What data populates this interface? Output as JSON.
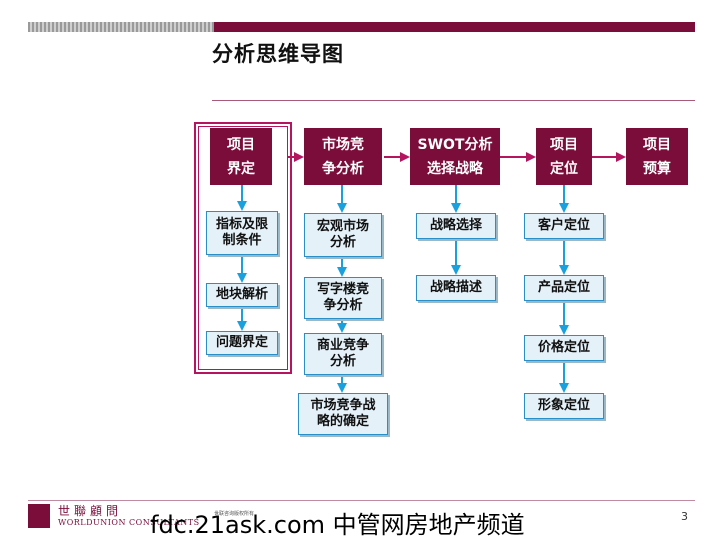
{
  "title": "分析思维导图",
  "phases": [
    {
      "label": "项目\n界定"
    },
    {
      "label": "市场竞\n争分析"
    },
    {
      "label": "SWOT分析\n选择战略"
    },
    {
      "label": "项目\n定位"
    },
    {
      "label": "项目\n预算"
    }
  ],
  "col1": [
    "指标及限\n制条件",
    "地块解析",
    "问题界定"
  ],
  "col2": [
    "宏观市场\n分析",
    "写字楼竞\n争分析",
    "商业竞争\n分析",
    "市场竞争战\n略的确定"
  ],
  "col3": [
    "战略选择",
    "战略描述"
  ],
  "col4": [
    "客户定位",
    "产品定位",
    "价格定位",
    "形象定位"
  ],
  "footer": {
    "logo_cn": "世聯顧問",
    "logo_en": "WORLDUNION CONSULTANTS",
    "small_text": "世联咨询版权所有",
    "watermark": "fdc.21ask.com 中管网房地产频道",
    "page": "3"
  },
  "colors": {
    "brand": "#7a0d3a",
    "highlight": "#b5145f",
    "arrow": "#1aa0dc",
    "item_fill": "#e4f1f8",
    "item_border": "#2a8fc6"
  }
}
